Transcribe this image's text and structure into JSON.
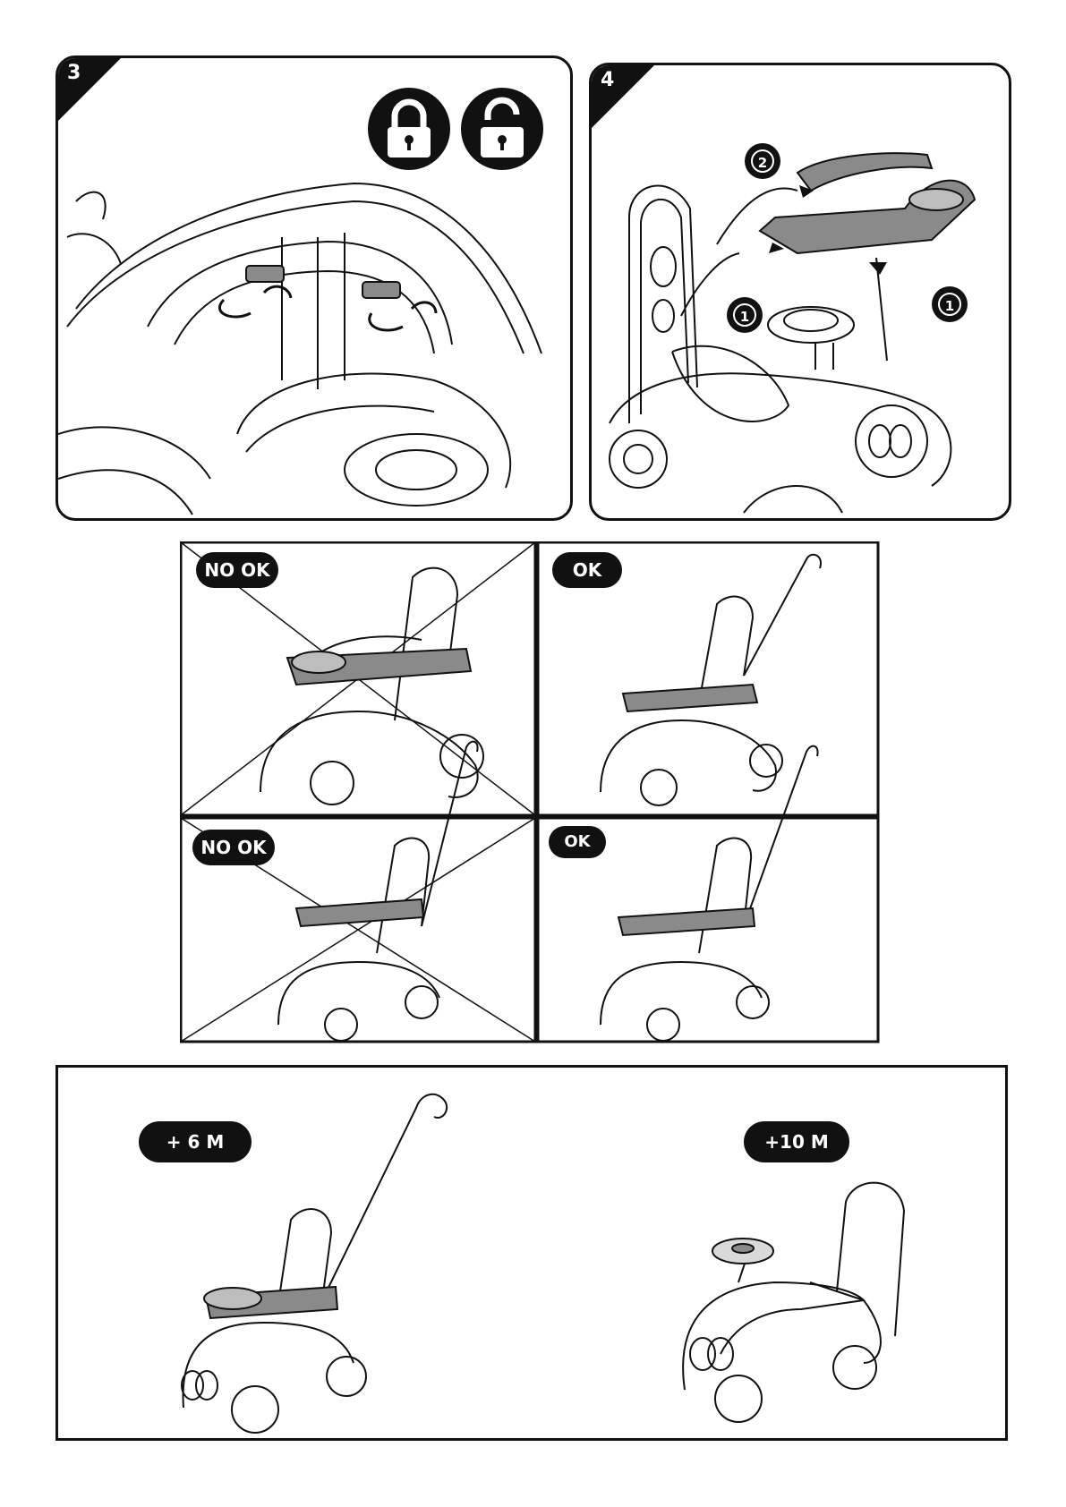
{
  "steps": {
    "step3": {
      "number": "3",
      "icons": [
        "lock-closed-icon",
        "lock-open-icon"
      ]
    },
    "step4": {
      "number": "4",
      "markers": [
        "2",
        "1",
        "1"
      ]
    }
  },
  "comparison": {
    "top_left_label": "NO OK",
    "top_right_label": "OK",
    "bottom_left_label": "NO OK",
    "bottom_right_label": "OK"
  },
  "ages": {
    "left_label": "+ 6 M",
    "right_label": "+10  M"
  },
  "colors": {
    "ink": "#111111",
    "fill_gray": "#8a8a8a",
    "paper": "#ffffff"
  }
}
